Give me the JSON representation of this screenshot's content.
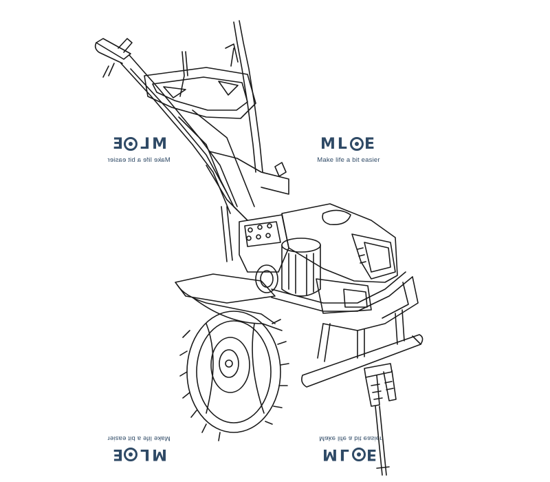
{
  "watermark": {
    "logo_text_left": "ML",
    "logo_text_right": "E",
    "tagline": "Make life a bit easier",
    "color": "#2f4a66",
    "logo_icon": "gear-icon"
  },
  "illustration": {
    "subject": "walk-behind tiller line drawing",
    "stroke_color": "#1a1a1a"
  }
}
